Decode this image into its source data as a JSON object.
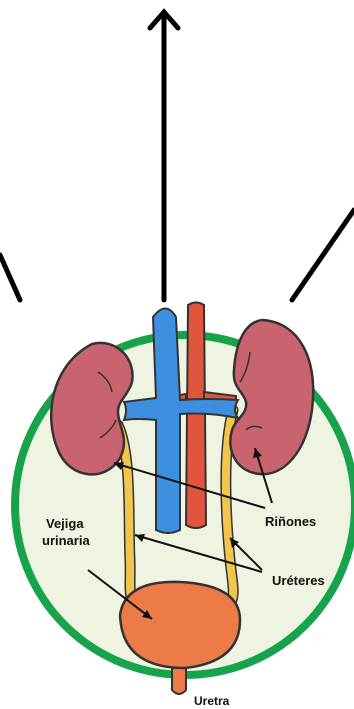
{
  "labels": {
    "vejiga_line1": "Vejiga",
    "vejiga_line2": "urinaria",
    "rinones": "Riñones",
    "ureteres": "Uréteres",
    "uretra": "Uretra"
  },
  "colors": {
    "circle_fill": "#eef3e2",
    "circle_stroke": "#17a34a",
    "kidney": "#c9636f",
    "vein": "#3d8fe0",
    "artery": "#e1553d",
    "ureter": "#f2c64a",
    "bladder": "#ec7b48"
  }
}
